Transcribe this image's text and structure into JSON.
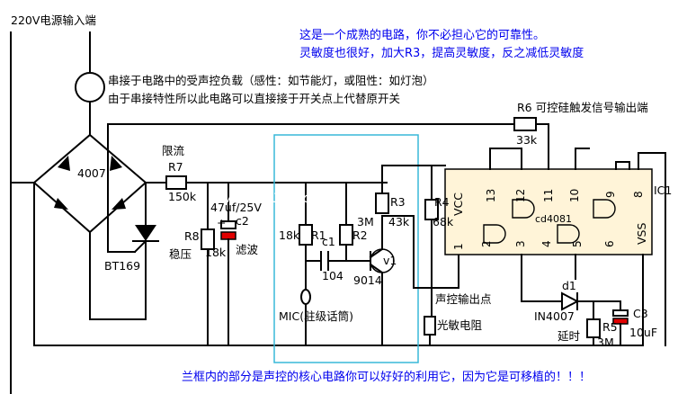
{
  "texts": {
    "power_input": "220V电源输入端",
    "note1": "这是一个成熟的电路，你不必担心它的可靠性。",
    "note2": "灵敏度也很好，加大R3，提高灵敏度，反之减低灵敏度",
    "load1": "串接于电路中的受声控负载（感性：如节能灯，或阻性：如灯泡）",
    "load2": "由于串接特性所以此电路可以直接接于开关点上代替原开关",
    "r6_label": "R6 可控硅触发信号输出端",
    "r6_value": "33k",
    "diode_bridge": "4007",
    "limit": "限流",
    "r7": "R7",
    "r7_value": "150k",
    "cap_top": "47uf/25V",
    "c2": "c2",
    "r8": "R8",
    "r8_value": "18k",
    "regulate": "稳压",
    "filter": "滤波",
    "scr": "BT169",
    "watermark": "www.dz3w.com",
    "r1_value": "18k",
    "r1": "R1",
    "c1": "c1",
    "c1_value": "104",
    "r2_value": "3M",
    "r2": "R2",
    "r3": "R3",
    "r3_value": "43k",
    "r4": "R4",
    "r4_value": "68k",
    "transistor": "v1",
    "transistor_model": "9014",
    "mic": "MIC(驻级话筒)",
    "vcc": "VCC",
    "vss": "VSS",
    "ic_model": "cd4081",
    "ic": "IC1",
    "sound_out": "声控输出点",
    "photo": "光敏电阻",
    "d1": "d1",
    "d1_model": "IN4007",
    "delay": "延时",
    "r5": "R5",
    "r5_value": "3M",
    "c3": "C3",
    "c3_value": "10uF",
    "footer": "兰框内的部分是声控的核心电路你可以好好的利用它，因为它是可移植的！！！",
    "plus": "+",
    "pins": [
      "13",
      "12",
      "11",
      "10",
      "9",
      "8",
      "1",
      "2",
      "3",
      "4",
      "5",
      "6"
    ]
  },
  "colors": {
    "wire": "#000000",
    "core_box": "#38b8d8",
    "ic_fill": "#fff4d8",
    "label_blue": "#0000ee",
    "cap_red": "#e00000"
  }
}
